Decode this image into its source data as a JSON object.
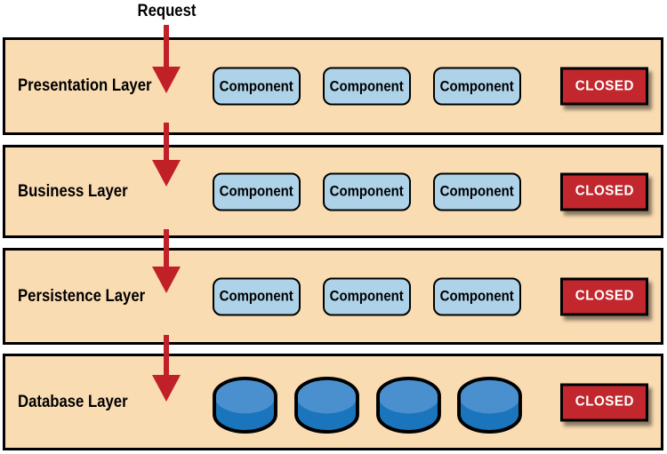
{
  "colors": {
    "page_bg": "#ffffff",
    "layer_bg": "#fadcb3",
    "layer_border": "#000000",
    "component_bg": "#aed3e8",
    "component_border": "#000000",
    "closed_bg": "#c1272d",
    "closed_text": "#ffffff",
    "arrow_red": "#c02129",
    "db_top": "#4a90cf",
    "db_body": "#1a75bd"
  },
  "request_label": "Request",
  "layers": [
    {
      "name": "Presentation Layer",
      "components": [
        "Component",
        "Component",
        "Component"
      ],
      "closed_label": "CLOSED"
    },
    {
      "name": "Business Layer",
      "components": [
        "Component",
        "Component",
        "Component"
      ],
      "closed_label": "CLOSED"
    },
    {
      "name": "Persistence Layer",
      "components": [
        "Component",
        "Component",
        "Component"
      ],
      "closed_label": "CLOSED"
    },
    {
      "name": "Database Layer",
      "database_count": 4,
      "closed_label": "CLOSED"
    }
  ]
}
